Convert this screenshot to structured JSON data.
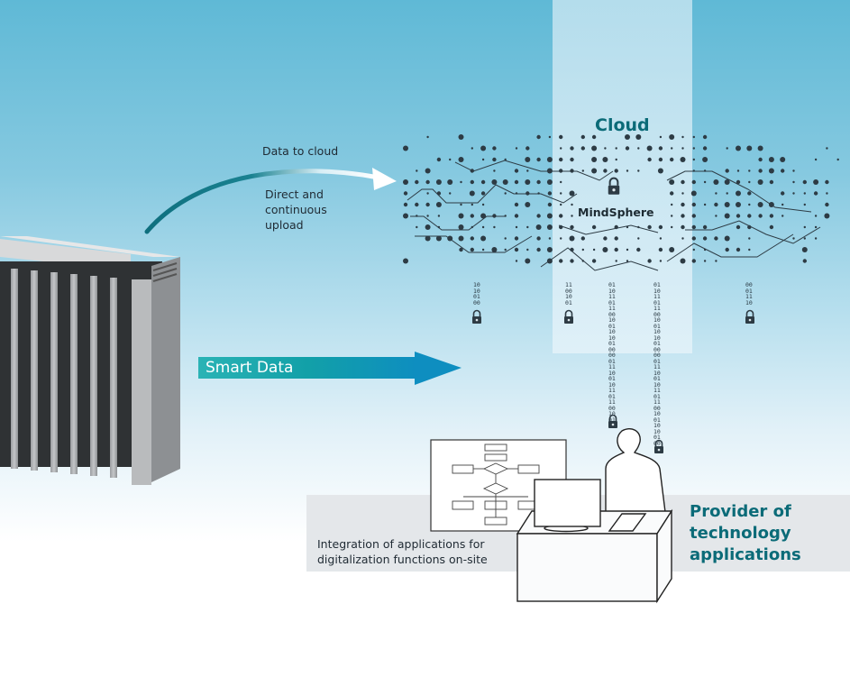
{
  "labels": {
    "data_to_cloud": "Data to cloud",
    "upload_line1": "Direct and",
    "upload_line2": "continuous",
    "upload_line3": "upload",
    "cloud": "Cloud",
    "mindsphere": "MindSphere",
    "smart_data": "Smart Data",
    "integration_line1": "Integration of applications for",
    "integration_line2": "digitalization functions on-site",
    "provider_line1": "Provider of",
    "provider_line2": "technology",
    "provider_line3": "applications"
  },
  "binary_streams": {
    "left": "10\n10\n01\n00",
    "center_left": "11\n00\n10\n01",
    "center_a": "01\n10\n11\n01\n11\n00\n10\n01\n10\n10\n01\n00\n00\n01\n11\n10\n01\n10\n11\n01\n11\n00\n10\n01",
    "center_b": "01\n10\n11\n01\n11\n00\n10\n01\n10\n10\n01\n00\n00\n01\n11\n10\n01\n10\n11\n01\n11\n00\n10\n01\n10\n10\n01\n00",
    "right": "00\n01\n11\n10"
  },
  "icons": [
    "padlock-icon",
    "heat-sink-device",
    "person-icon",
    "monitor-icon",
    "flowchart-board",
    "desk"
  ],
  "colors": {
    "accent_teal": "#0b6b78",
    "arrow_teal": "#11a0a8",
    "sky_top": "#5fb9d6",
    "dark_text": "#1f2a33"
  }
}
